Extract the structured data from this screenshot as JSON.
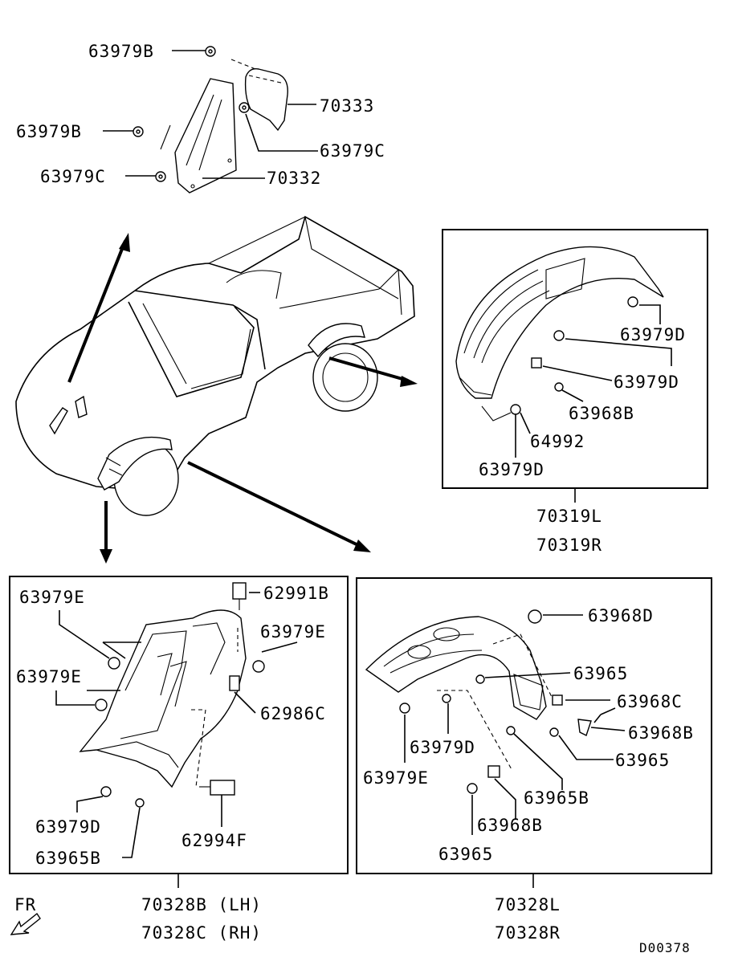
{
  "labels": {
    "top_63979b_1": "63979B",
    "top_70333": "70333",
    "top_63979b_2": "63979B",
    "top_63979c_1": "63979C",
    "top_63979c_2": "63979C",
    "top_70332": "70332",
    "rr_63979d_1": "63979D",
    "rr_63979d_2": "63979D",
    "rr_63968b": "63968B",
    "rr_64992": "64992",
    "rr_63979d_3": "63979D",
    "rr_caption_1": "70319L",
    "rr_caption_2": "70319R",
    "fl_63979e_1": "63979E",
    "fl_62991b": "62991B",
    "fl_63979e_2": "63979E",
    "fl_63979e_3": "63979E",
    "fl_62986c": "62986C",
    "fl_63979d": "63979D",
    "fl_62994f": "62994F",
    "fl_63965b": "63965B",
    "fl_caption_1": "70328B (LH)",
    "fl_caption_2": "70328C (RH)",
    "fr_63968d": "63968D",
    "fr_63965_1": "63965",
    "fr_63968c": "63968C",
    "fr_63968b_1": "63968B",
    "fr_63965_2": "63965",
    "fr_63979d": "63979D",
    "fr_63979e": "63979E",
    "fr_63965b": "63965B",
    "fr_63968b_2": "63968B",
    "fr_63965_3": "63965",
    "fr_caption_1": "70328L",
    "fr_caption_2": "70328R",
    "fr_direction": "FR",
    "drawing_code": "D00378"
  },
  "colors": {
    "ink": "#000000",
    "paper": "#ffffff"
  },
  "icons": {
    "direction_arrow": "front-direction-arrow-icon"
  }
}
